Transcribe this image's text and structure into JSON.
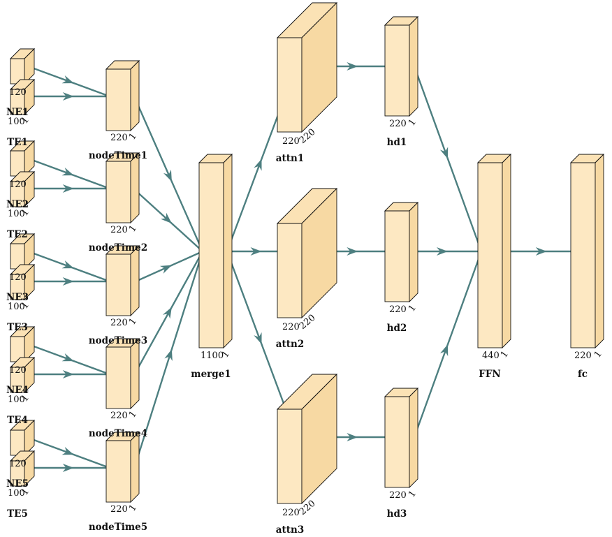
{
  "diagram": {
    "inputs": [
      {
        "te": "TE1",
        "ne": "NE1",
        "h": "120",
        "w": "100",
        "d": "1"
      },
      {
        "te": "TE2",
        "ne": "NE2",
        "h": "120",
        "w": "100",
        "d": "1"
      },
      {
        "te": "TE3",
        "ne": "NE3",
        "h": "120",
        "w": "100",
        "d": "1"
      },
      {
        "te": "TE4",
        "ne": "NE4",
        "h": "120",
        "w": "100",
        "d": "1"
      },
      {
        "te": "TE5",
        "ne": "NE5",
        "h": "120",
        "w": "100",
        "d": "1"
      }
    ],
    "nodeTime": [
      {
        "label": "nodeTime1",
        "w": "220",
        "d": "1"
      },
      {
        "label": "nodeTime2",
        "w": "220",
        "d": "1"
      },
      {
        "label": "nodeTime3",
        "w": "220",
        "d": "1"
      },
      {
        "label": "nodeTime4",
        "w": "220",
        "d": "1"
      },
      {
        "label": "nodeTime5",
        "w": "220",
        "d": "1"
      }
    ],
    "merge": {
      "label": "merge1",
      "w": "1100",
      "d": "1"
    },
    "attn": [
      {
        "label": "attn1",
        "w": "220",
        "d": "220"
      },
      {
        "label": "attn2",
        "w": "220",
        "d": "220"
      },
      {
        "label": "attn3",
        "w": "220",
        "d": "220"
      }
    ],
    "hd": [
      {
        "label": "hd1",
        "w": "220",
        "d": "1"
      },
      {
        "label": "hd2",
        "w": "220",
        "d": "1"
      },
      {
        "label": "hd3",
        "w": "220",
        "d": "1"
      }
    ],
    "ffn": {
      "label": "FFN",
      "w": "440",
      "d": "1"
    },
    "fc": {
      "label": "fc",
      "w": "220",
      "d": "1"
    },
    "colors": {
      "block_fill": "#fde8c2",
      "edge": "#4d7f80"
    }
  }
}
